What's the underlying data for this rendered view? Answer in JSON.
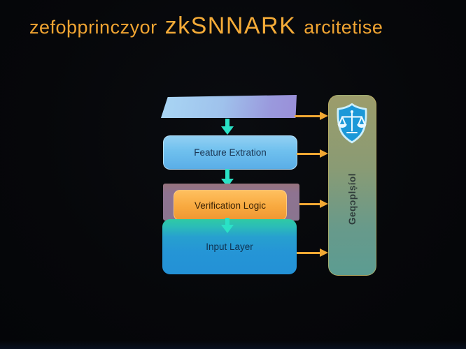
{
  "title": {
    "part1": "zefoþprinczyor",
    "part2": "zkSNNARK",
    "part3": "arcitetise"
  },
  "nodes": {
    "top": "",
    "feature": "Feature Extration",
    "verification": "Verification Logic",
    "input": "Input Layer"
  },
  "side_panel": {
    "label": "Geqɔplṣíol",
    "icon": "shield-with-scales"
  },
  "colors": {
    "background": "#06070a",
    "title_text": "#f0a432",
    "connector_orange": "#f1a833",
    "arrow_teal": "#2ae2c6",
    "feature_blue": "#6fc0ee",
    "verification_orange": "#f8a93f",
    "container_mauve": "#8e7391",
    "input_teal": "#2fcaa4",
    "input_blue": "#2391d6",
    "panel_olive": "#9c9c6b",
    "panel_sage": "#5c9c92",
    "shield_blue": "#1b98d8"
  }
}
